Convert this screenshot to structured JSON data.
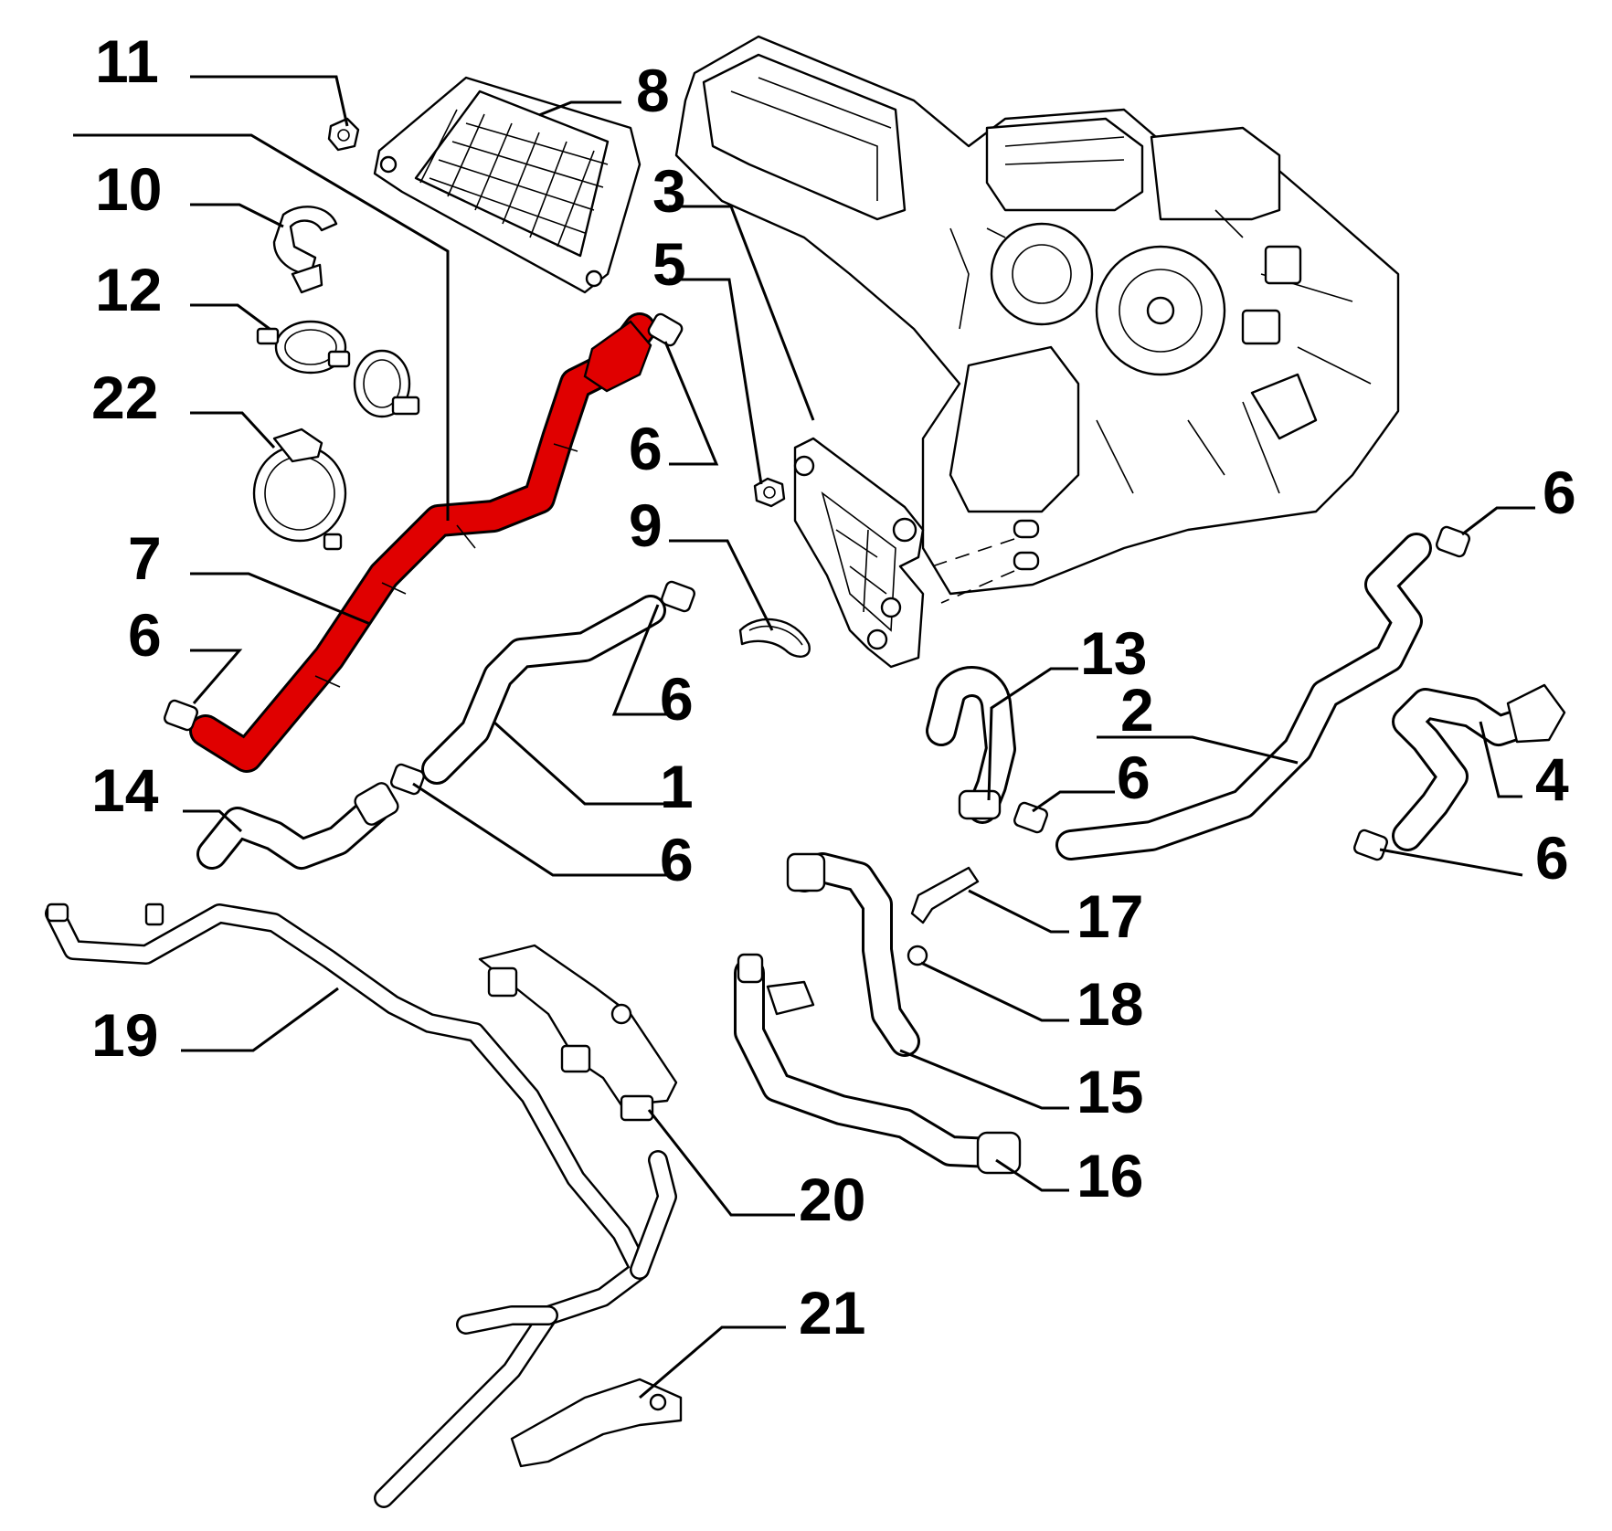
{
  "diagram": {
    "highlight_color": "#e00000",
    "line_color": "#000000",
    "background": "#ffffff",
    "callouts": {
      "c11": "11",
      "c8": "8",
      "c10": "10",
      "c12": "12",
      "c22": "22",
      "c3": "3",
      "c5": "5",
      "c6_a": "6",
      "c9": "9",
      "c7": "7",
      "c6_b": "6",
      "c6_c": "6",
      "c6_d": "6",
      "c13": "13",
      "c2": "2",
      "c6_e": "6",
      "c14": "14",
      "c1": "1",
      "c4": "4",
      "c6_f": "6",
      "c6_g": "6",
      "c17": "17",
      "c18": "18",
      "c19": "19",
      "c15": "15",
      "c20": "20",
      "c16": "16",
      "c21": "21"
    }
  }
}
